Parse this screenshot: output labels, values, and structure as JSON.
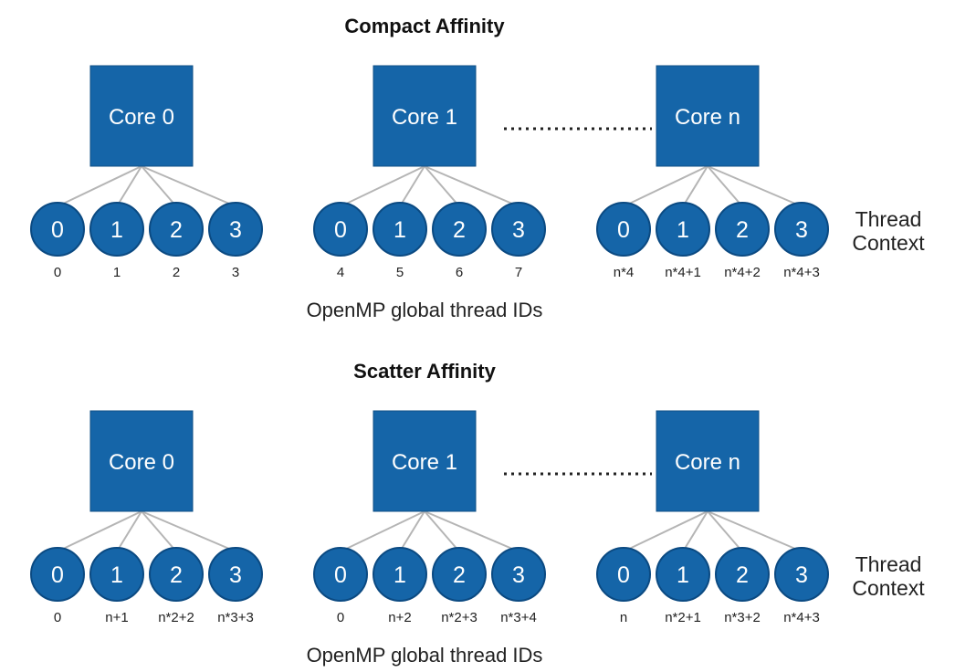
{
  "colors": {
    "core_fill": "#1565a8",
    "thread_fill": "#1565a8",
    "connector": "#b5b5b5",
    "text": "#222222"
  },
  "sections": [
    {
      "title": "Compact Affinity",
      "cores": [
        {
          "label": "Core 0",
          "threads": [
            "0",
            "1",
            "2",
            "3"
          ],
          "global_ids": [
            "0",
            "1",
            "2",
            "3"
          ]
        },
        {
          "label": "Core 1",
          "threads": [
            "0",
            "1",
            "2",
            "3"
          ],
          "global_ids": [
            "4",
            "5",
            "6",
            "7"
          ]
        },
        {
          "label": "Core n",
          "threads": [
            "0",
            "1",
            "2",
            "3"
          ],
          "global_ids": [
            "n*4",
            "n*4+1",
            "n*4+2",
            "n*4+3"
          ]
        }
      ],
      "thread_context_label": [
        "Thread",
        "Context"
      ],
      "caption": "OpenMP global thread IDs"
    },
    {
      "title": "Scatter Affinity",
      "cores": [
        {
          "label": "Core 0",
          "threads": [
            "0",
            "1",
            "2",
            "3"
          ],
          "global_ids": [
            "0",
            "n+1",
            "n*2+2",
            "n*3+3"
          ]
        },
        {
          "label": "Core 1",
          "threads": [
            "0",
            "1",
            "2",
            "3"
          ],
          "global_ids": [
            "0",
            "n+2",
            "n*2+3",
            "n*3+4"
          ]
        },
        {
          "label": "Core n",
          "threads": [
            "0",
            "1",
            "2",
            "3"
          ],
          "global_ids": [
            "n",
            "n*2+1",
            "n*3+2",
            "n*4+3"
          ]
        }
      ],
      "thread_context_label": [
        "Thread",
        "Context"
      ],
      "caption": "OpenMP global thread IDs"
    }
  ]
}
